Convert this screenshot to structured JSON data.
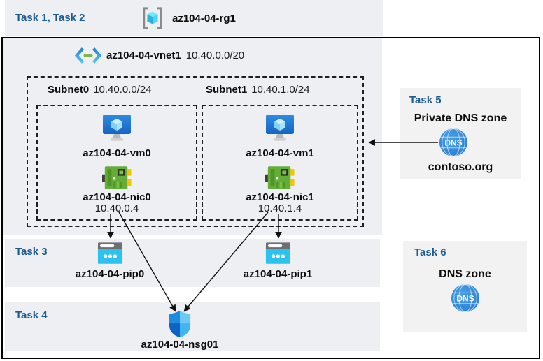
{
  "colors": {
    "accent_blue": "#1c5c90",
    "band_fill": "#edeff3",
    "task_box_fill": "#f2f2f2",
    "vm_blue": "#2080d8",
    "nic_green": "#64ad37",
    "pip_cyan": "#2bc3ee",
    "dns_blue": "#2e86d1",
    "nsg_blue_dark": "#0d62c6"
  },
  "icons": {
    "resource_group": "resource-group-icon",
    "virtual_network": "vnet-icon",
    "virtual_machine": "vm-icon",
    "network_interface": "nic-icon",
    "public_ip": "public-ip-icon",
    "dns_zone": "dns-globe-icon",
    "network_security_group": "nsg-shield-icon"
  },
  "header": {
    "tasks_label": "Task 1, Task 2",
    "resource_group": "az104-04-rg1"
  },
  "vnet": {
    "name": "az104-04-vnet1",
    "cidr": "10.40.0.0/20"
  },
  "subnets": [
    {
      "name": "Subnet0",
      "cidr": "10.40.0.0/24",
      "vm": "az104-04-vm0",
      "nic": "az104-04-nic0",
      "nic_ip": "10.40.0.4"
    },
    {
      "name": "Subnet1",
      "cidr": "10.40.1.0/24",
      "vm": "az104-04-vm1",
      "nic": "az104-04-nic1",
      "nic_ip": "10.40.1.4"
    }
  ],
  "task3": {
    "label": "Task 3",
    "pip0": "az104-04-pip0",
    "pip1": "az104-04-pip1"
  },
  "task4": {
    "label": "Task 4",
    "nsg": "az104-04-nsg01"
  },
  "task5": {
    "label": "Task 5",
    "title": "Private DNS zone",
    "zone_name": "contoso.org",
    "dns_icon_text": "DNS"
  },
  "task6": {
    "label": "Task 6",
    "title": "DNS zone",
    "dns_icon_text": "DNS"
  }
}
